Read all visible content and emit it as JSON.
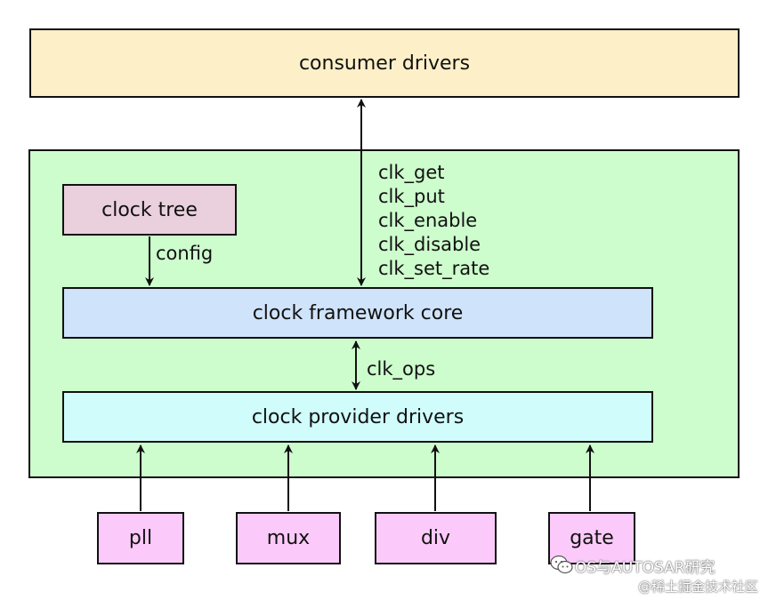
{
  "colors": {
    "consumer_fill": "#fdefc8",
    "framework_fill": "#cdfccd",
    "clock_tree_fill": "#ead0dc",
    "core_fill": "#cfe3fb",
    "provider_fill": "#d0fcfc",
    "source_fill": "#fccafa",
    "stroke": "#111111"
  },
  "boxes": {
    "consumer": "consumer drivers",
    "clock_tree": "clock tree",
    "core": "clock framework core",
    "provider": "clock provider drivers",
    "pll": "pll",
    "mux": "mux",
    "div": "div",
    "gate": "gate"
  },
  "labels": {
    "api": [
      "clk_get",
      "clk_put",
      "clk_enable",
      "clk_disable",
      "clk_set_rate"
    ],
    "config": "config",
    "clk_ops": "clk_ops"
  },
  "watermark": {
    "line1": "OS与AUTOSAR研究",
    "line2": "@稀土掘金技术社区",
    "icon": "wechat-icon"
  }
}
